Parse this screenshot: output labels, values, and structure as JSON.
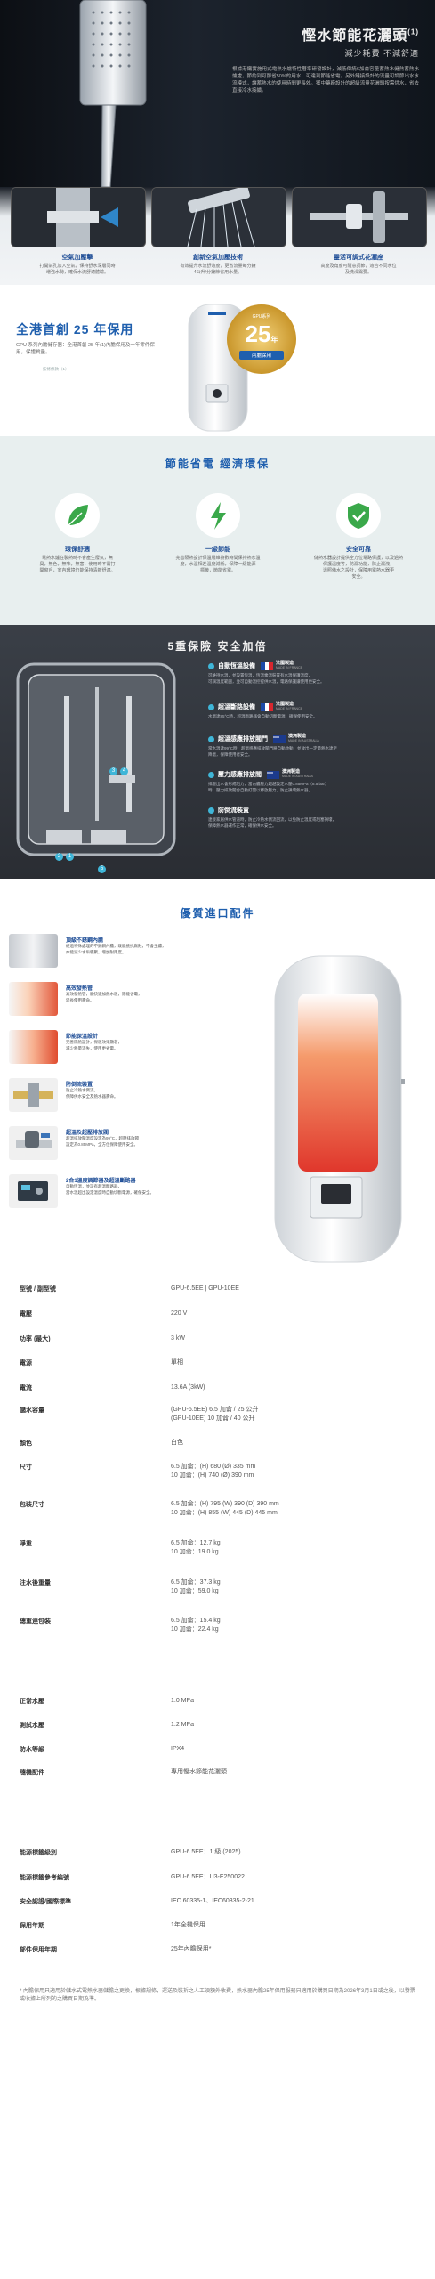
{
  "hero": {
    "title": "慳水節能花灑頭",
    "title_sup": "(1)",
    "subtitle": "減少耗費 不減舒適",
    "description": "根據港鐵實施用式電熱水爐特性曆準研發設計，減低傳統6加侖容量蓄熱水儲熱蓄熱水爐處，節約到可節省50%的用水，可達到節能省電。另外鏈接設計的流量可調節出水水流模式，讓蓄熱水的使用時間更長效。獲中藥廠設計的超級流量花灑頭按需供水，省去直接冷水接續。"
  },
  "features": [
    {
      "title": "空氣加壓擊",
      "desc": "打開氣孔加入空氣，保持舒水深層同時\n增強水勢，確保水流舒適體驗。"
    },
    {
      "title": "創新空氣加壓技術",
      "desc": "有效提升水流舒適度，更省流量每分鐘\n4公升/分鐘節省用水量。"
    },
    {
      "title": "靈活可調式花灑座",
      "desc": "高度及角度可隨意調節，適合不同水位\n及洗澡需要。"
    }
  ],
  "warranty": {
    "title": "全港首創 25 年保用",
    "desc": "GPU 系列內膽儲存器：全港首創 25 年(1)內膽保用及一年零件保用，保證質量。",
    "note": "按條條款（1）",
    "badge_top": "GPU系列",
    "badge_num": "25",
    "badge_unit": "年",
    "badge_bottom": "內膽保用"
  },
  "eco": {
    "title": "節能省電 經濟環保",
    "items": [
      {
        "icon": "leaf-icon",
        "title": "環保舒適",
        "desc": "電熱水爐在製熱時不會產生廢氣，無\n臭，無色，無味，無害，使用時不需打\n開窗戶，室內環境仍能保持清新舒適。"
      },
      {
        "icon": "lightning-icon",
        "title": "一級節能",
        "desc": "完善隔熱設計保溫層維持數時間保持熱水溫\n度，水溫相差溫度減低，保障一級能源\n標籤，節能省電。"
      },
      {
        "icon": "shield-check-icon",
        "title": "安全可靠",
        "desc": "儲熱水器設計提供全方位電路保護，以及過熱\n保護溫度等，防漏功能，防止漏洩，\n透照備水之設計，保障用電熱水器更\n安全。"
      }
    ]
  },
  "safety": {
    "title": "5重保險 安全加倍",
    "items": [
      {
        "title": "自動恆溫設備",
        "flag": "france",
        "origin": "法國製造",
        "origin_en": "MADE IN FRANCE",
        "desc": "可維持水溫，並設置恆溫，恆溫乘溫裝置有水溫保護溫度，\n可調溫度範圍，並可自動溫控提供水溫，電路保護讓使用更安全。"
      },
      {
        "title": "超溫斷路設備",
        "flag": "france",
        "origin": "法國製造",
        "origin_en": "MADE IN FRANCE",
        "desc": "水溫達85°C時，超溫斷路器會自動切斷電源，確保使用安全。"
      },
      {
        "title": "超溫感應排放閥門",
        "flag": "australia",
        "origin": "澳洲製造",
        "origin_en": "MADE IN AUSTRALIA",
        "desc": "當水溫達99°C時，超溫感應排放閥門將自動啟動，並放出一定量熱水達至\n降溫，保障使用者安全。"
      },
      {
        "title": "壓力感應排放閥",
        "flag": "australia",
        "origin": "澳洲製造",
        "origin_en": "MADE IN AUSTRALIA",
        "desc": "排壓出水會形成阻力，當內膽壓力超越設定水壓0.85MPa（8.5 bar）\n時，壓力排放閥會自動打開以釋放壓力，防止損壞熱水器。"
      },
      {
        "title": "防倒流裝置",
        "flag": "",
        "origin": "",
        "origin_en": "",
        "desc": "連接家居供水管道時，防止冷熱水倒流回流，以免防止溫度或阻塞損壞，\n保障熱水器運作正常，確保供水安全。"
      }
    ],
    "markers": [
      "1",
      "2",
      "3",
      "4",
      "5"
    ]
  },
  "accessories": {
    "title": "優質進口配件",
    "items": [
      {
        "title": "頂級不銹鋼內膽",
        "desc": "經過特殊處理的不銹鋼內膽，既能抵抗腐蝕，不會生鏽，\n亦能減少水垢積聚，增加耐用度。"
      },
      {
        "title": "高效發熱管",
        "desc": "高效發熱管，能快速加熱水溫，節能省電，\n延長使用壽命。"
      },
      {
        "title": "節能保溫設計",
        "desc": "完善隔熱設計，保溫效果顯著，\n減少熱量流失，使用更省電。"
      },
      {
        "title": "防倒流裝置",
        "desc": "防止冷熱水倒流，\n保障供水安全及熱水器壽命。"
      },
      {
        "title": "超溫及超壓排放閥",
        "desc": "超溫排放閥溫度設定為99°C，超壓排放閥\n設定為0.85MPa，全方位保障使用安全。"
      },
      {
        "title": "2合1溫度調節器及超溫斷路器",
        "desc": "自動恆溫，並設有超溫斷路器，\n當水溫超出設定溫度時自動切斷電源，確保安全。"
      }
    ]
  },
  "spec": [
    {
      "label": "型號 / 副型號",
      "value": "GPU-6.5EE | GPU-10EE"
    },
    {
      "label": "電壓",
      "value": "220 V"
    },
    {
      "label": "功率 (最大)",
      "value": "3 kW"
    },
    {
      "label": "電源",
      "value": "單相"
    },
    {
      "label": "電流",
      "value": "13.6A (3kW)"
    },
    {
      "label": "儲水容量",
      "value": "(GPU-6.5EE) 6.5 加侖 / 25 公升\n(GPU-10EE) 10 加侖 / 40 公升"
    },
    {
      "label": "顏色",
      "value": "白色"
    },
    {
      "label": "尺寸",
      "value": "6.5 加侖：(H) 680 (Ø) 335 mm\n10 加侖：(H) 740 (Ø) 390 mm"
    },
    {
      "label": "包裝尺寸",
      "value": "6.5 加侖：(H) 795 (W) 390 (D) 390 mm\n10 加侖：(H) 855 (W) 445 (D) 445 mm"
    },
    {
      "label": "淨重",
      "value": "6.5 加侖：12.7 kg\n10 加侖：19.0 kg"
    },
    {
      "label": "注水後重量",
      "value": "6.5 加侖：37.3 kg\n10 加侖：59.0 kg"
    },
    {
      "label": "總重連包裝",
      "value": "6.5 加侖：15.4 kg\n10 加侖：22.4 kg"
    },
    {
      "label": "正常水壓",
      "value": "1.0 MPa"
    },
    {
      "label": "測試水壓",
      "value": "1.2 MPa"
    },
    {
      "label": "防水等級",
      "value": "IPX4"
    },
    {
      "label": "隨機配件",
      "value": "專用慳水節能花灑頭"
    },
    {
      "label": "能源標籤級別",
      "value": "GPU-6.5EE：1 級 (2025)"
    },
    {
      "label": "能源標籤參考編號",
      "value": "GPU-6.5EE：U3-E250022"
    },
    {
      "label": "安全認證/國際標準",
      "value": "IEC 60335-1、IEC60335-2-21"
    },
    {
      "label": "保用年期",
      "value": "1年全機保用"
    },
    {
      "label": "部件保用年期",
      "value": "25年內膽保用*"
    }
  ],
  "footnote": "* 內膽保用只適用於儲水式電熱水器儲膽之更換，根據規條，運送及裝拆之人工須額外收費，熱水器內膽25年保用服務只適用於購買日期為2026年3月1日或之後，以發票或收據上所列的之購買日期為準。",
  "colors": {
    "accent": "#1f5fae",
    "cyan": "#3fb6d8",
    "green": "#3aa84a"
  }
}
